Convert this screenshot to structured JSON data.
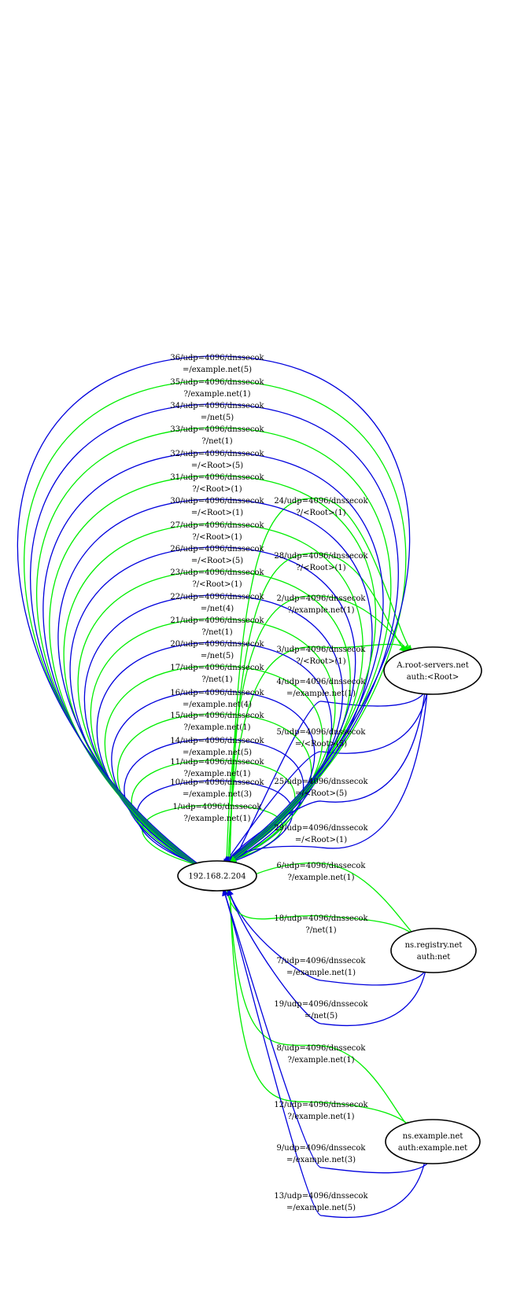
{
  "colors": {
    "query": "#00ee00",
    "response": "#0000dd",
    "node_stroke": "#000000"
  },
  "nodes": [
    {
      "id": "client",
      "lines": [
        "192.168.2.204"
      ]
    },
    {
      "id": "root",
      "lines": [
        "A.root-servers.net",
        "auth:<Root>"
      ]
    },
    {
      "id": "registry",
      "lines": [
        "ns.registry.net",
        "auth:net"
      ]
    },
    {
      "id": "example",
      "lines": [
        "ns.example.net",
        "auth:example.net"
      ]
    }
  ],
  "edges": [
    {
      "from": "client",
      "to": "client",
      "kind": "query",
      "lines": [
        "1/udp=4096/dnssecok",
        "?/example.net(1)"
      ]
    },
    {
      "from": "client",
      "to": "root",
      "kind": "query",
      "lines": [
        "2/udp=4096/dnssecok",
        "?/example.net(1)"
      ]
    },
    {
      "from": "client",
      "to": "root",
      "kind": "query",
      "lines": [
        "3/udp=4096/dnssecok",
        "?/<Root>(1)"
      ]
    },
    {
      "from": "root",
      "to": "client",
      "kind": "response",
      "lines": [
        "4/udp=4096/dnssecok",
        "=/example.net(1)"
      ]
    },
    {
      "from": "root",
      "to": "client",
      "kind": "response",
      "lines": [
        "5/udp=4096/dnssecok",
        "=/<Root>(5)"
      ]
    },
    {
      "from": "client",
      "to": "registry",
      "kind": "query",
      "lines": [
        "6/udp=4096/dnssecok",
        "?/example.net(1)"
      ]
    },
    {
      "from": "registry",
      "to": "client",
      "kind": "response",
      "lines": [
        "7/udp=4096/dnssecok",
        "=/example.net(1)"
      ]
    },
    {
      "from": "client",
      "to": "example",
      "kind": "query",
      "lines": [
        "8/udp=4096/dnssecok",
        "?/example.net(1)"
      ]
    },
    {
      "from": "example",
      "to": "client",
      "kind": "response",
      "lines": [
        "9/udp=4096/dnssecok",
        "=/example.net(3)"
      ]
    },
    {
      "from": "client",
      "to": "client",
      "kind": "response",
      "lines": [
        "10/udp=4096/dnssecok",
        "=/example.net(3)"
      ]
    },
    {
      "from": "client",
      "to": "client",
      "kind": "query",
      "lines": [
        "11/udp=4096/dnssecok",
        "?/example.net(1)"
      ]
    },
    {
      "from": "client",
      "to": "example",
      "kind": "query",
      "lines": [
        "12/udp=4096/dnssecok",
        "?/example.net(1)"
      ]
    },
    {
      "from": "example",
      "to": "client",
      "kind": "response",
      "lines": [
        "13/udp=4096/dnssecok",
        "=/example.net(5)"
      ]
    },
    {
      "from": "client",
      "to": "client",
      "kind": "response",
      "lines": [
        "14/udp=4096/dnssecok",
        "=/example.net(5)"
      ]
    },
    {
      "from": "client",
      "to": "client",
      "kind": "query",
      "lines": [
        "15/udp=4096/dnssecok",
        "?/example.net(1)"
      ]
    },
    {
      "from": "client",
      "to": "client",
      "kind": "response",
      "lines": [
        "16/udp=4096/dnssecok",
        "=/example.net(4)"
      ]
    },
    {
      "from": "client",
      "to": "client",
      "kind": "query",
      "lines": [
        "17/udp=4096/dnssecok",
        "?/net(1)"
      ]
    },
    {
      "from": "client",
      "to": "registry",
      "kind": "query",
      "lines": [
        "18/udp=4096/dnssecok",
        "?/net(1)"
      ]
    },
    {
      "from": "registry",
      "to": "client",
      "kind": "response",
      "lines": [
        "19/udp=4096/dnssecok",
        "=/net(5)"
      ]
    },
    {
      "from": "client",
      "to": "client",
      "kind": "response",
      "lines": [
        "20/udp=4096/dnssecok",
        "=/net(5)"
      ]
    },
    {
      "from": "client",
      "to": "client",
      "kind": "query",
      "lines": [
        "21/udp=4096/dnssecok",
        "?/net(1)"
      ]
    },
    {
      "from": "client",
      "to": "client",
      "kind": "response",
      "lines": [
        "22/udp=4096/dnssecok",
        "=/net(4)"
      ]
    },
    {
      "from": "client",
      "to": "client",
      "kind": "query",
      "lines": [
        "23/udp=4096/dnssecok",
        "?/<Root>(1)"
      ]
    },
    {
      "from": "client",
      "to": "root",
      "kind": "query",
      "lines": [
        "24/udp=4096/dnssecok",
        "?/<Root>(1)"
      ]
    },
    {
      "from": "root",
      "to": "client",
      "kind": "response",
      "lines": [
        "25/udp=4096/dnssecok",
        "=/<Root>(5)"
      ]
    },
    {
      "from": "client",
      "to": "client",
      "kind": "response",
      "lines": [
        "26/udp=4096/dnssecok",
        "=/<Root>(5)"
      ]
    },
    {
      "from": "client",
      "to": "client",
      "kind": "query",
      "lines": [
        "27/udp=4096/dnssecok",
        "?/<Root>(1)"
      ]
    },
    {
      "from": "client",
      "to": "root",
      "kind": "query",
      "lines": [
        "28/udp=4096/dnssecok",
        "?/<Root>(1)"
      ]
    },
    {
      "from": "root",
      "to": "client",
      "kind": "response",
      "lines": [
        "29/udp=4096/dnssecok",
        "=/<Root>(1)"
      ]
    },
    {
      "from": "client",
      "to": "client",
      "kind": "response",
      "lines": [
        "30/udp=4096/dnssecok",
        "=/<Root>(1)"
      ]
    },
    {
      "from": "client",
      "to": "client",
      "kind": "query",
      "lines": [
        "31/udp=4096/dnssecok",
        "?/<Root>(1)"
      ]
    },
    {
      "from": "client",
      "to": "client",
      "kind": "response",
      "lines": [
        "32/udp=4096/dnssecok",
        "=/<Root>(5)"
      ]
    },
    {
      "from": "client",
      "to": "client",
      "kind": "query",
      "lines": [
        "33/udp=4096/dnssecok",
        "?/net(1)"
      ]
    },
    {
      "from": "client",
      "to": "client",
      "kind": "response",
      "lines": [
        "34/udp=4096/dnssecok",
        "=/net(5)"
      ]
    },
    {
      "from": "client",
      "to": "client",
      "kind": "query",
      "lines": [
        "35/udp=4096/dnssecok",
        "?/example.net(1)"
      ]
    },
    {
      "from": "client",
      "to": "client",
      "kind": "response",
      "lines": [
        "36/udp=4096/dnssecok",
        "=/example.net(5)"
      ]
    }
  ]
}
